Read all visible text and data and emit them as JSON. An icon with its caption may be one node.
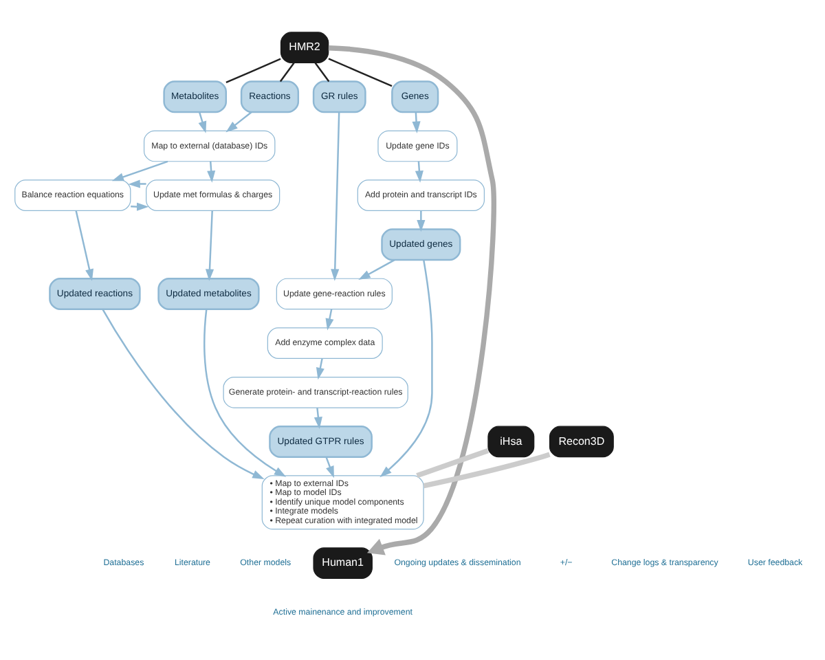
{
  "diagram": {
    "nodes": [
      {
        "text": [
          "HMR2"
        ]
      },
      {
        "text": [
          "Genes"
        ]
      },
      {
        "text": [
          "Metabolites"
        ]
      },
      {
        "text": [
          "GR rules"
        ]
      },
      {
        "text": [
          "Reactions"
        ]
      },
      {
        "text": [
          "Update gene IDs"
        ]
      },
      {
        "text": [
          "Add protein and transcript IDs"
        ]
      },
      {
        "text": [
          "Updated genes"
        ]
      },
      {
        "text": [
          "Update gene-reaction rules"
        ]
      },
      {
        "text": [
          "Add enzyme complex data"
        ]
      },
      {
        "text": [
          "Generate protein- and transcript-reaction rules"
        ]
      },
      {
        "text": [
          "Updated GTPR rules"
        ]
      },
      {
        "text": [
          "Map to external (database) IDs"
        ]
      },
      {
        "text": [
          "Balance reaction equations"
        ]
      },
      {
        "text": [
          "Update met formulas & charges"
        ]
      },
      {
        "text": [
          "Updated reactions"
        ]
      },
      {
        "text": [
          "Updated metabolites"
        ]
      },
      {
        "text": [
          "iHsa"
        ]
      },
      {
        "text": [
          "Recon3D"
        ]
      },
      {
        "text": [
          "• Map to external IDs",
          "• Map to model IDs",
          "• Identify unique model components",
          "• Integrate models",
          "• Repeat curation with integrated model"
        ]
      },
      {
        "text": [
          "Human1"
        ]
      }
    ],
    "edges": [
      {
        "from": 0,
        "to": 1,
        "arrow": "none",
        "color": "#222222"
      },
      {
        "from": 0,
        "to": 2,
        "arrow": "none",
        "color": "#222222"
      },
      {
        "from": 0,
        "to": 3,
        "arrow": "none",
        "color": "#222222"
      },
      {
        "from": 0,
        "to": 4,
        "arrow": "none",
        "color": "#222222"
      },
      {
        "from": 1,
        "to": 5,
        "arrow": "to"
      },
      {
        "from": 5,
        "to": 6,
        "arrow": "to"
      },
      {
        "from": 6,
        "to": 7,
        "arrow": "to"
      },
      {
        "from": 7,
        "to": 8,
        "arrow": "to"
      },
      {
        "from": 3,
        "to": 8,
        "arrow": "to"
      },
      {
        "from": 8,
        "to": 9,
        "arrow": "to"
      },
      {
        "from": 9,
        "to": 10,
        "arrow": "to"
      },
      {
        "from": 10,
        "to": 11,
        "arrow": "to"
      },
      {
        "from": 2,
        "to": 12,
        "arrow": "to"
      },
      {
        "from": 4,
        "to": 12,
        "arrow": "to"
      },
      {
        "from": 12,
        "to": 13,
        "arrow": "to"
      },
      {
        "from": 12,
        "to": 14,
        "arrow": "to"
      },
      {
        "from": 13,
        "to": 14,
        "arrow": "to"
      },
      {
        "from": 14,
        "to": 13,
        "arrow": "to"
      },
      {
        "from": 13,
        "to": 15,
        "arrow": "to"
      },
      {
        "from": 14,
        "to": 16,
        "arrow": "to"
      },
      {
        "from": 7,
        "to": 19,
        "arrow": "to"
      },
      {
        "from": 11,
        "to": 19,
        "arrow": "to"
      },
      {
        "from": 15,
        "to": 19,
        "arrow": "to"
      },
      {
        "from": 16,
        "to": 19,
        "arrow": "to"
      },
      {
        "from": 17,
        "to": 19,
        "arrow": "none",
        "color": "#cccccc",
        "style": "thick"
      },
      {
        "from": 18,
        "to": 19,
        "arrow": "none",
        "color": "#cccccc",
        "style": "thick"
      },
      {
        "from": 0,
        "to": 20,
        "arrow": "to",
        "color": "#aaaaaa",
        "style": "thick"
      }
    ],
    "labels": [
      "Active mainenance and improvement",
      "Databases",
      "Literature",
      "Other models",
      "Ongoing updates & dissemination",
      "+/−",
      "Change logs & transparency",
      "User feedback"
    ]
  }
}
